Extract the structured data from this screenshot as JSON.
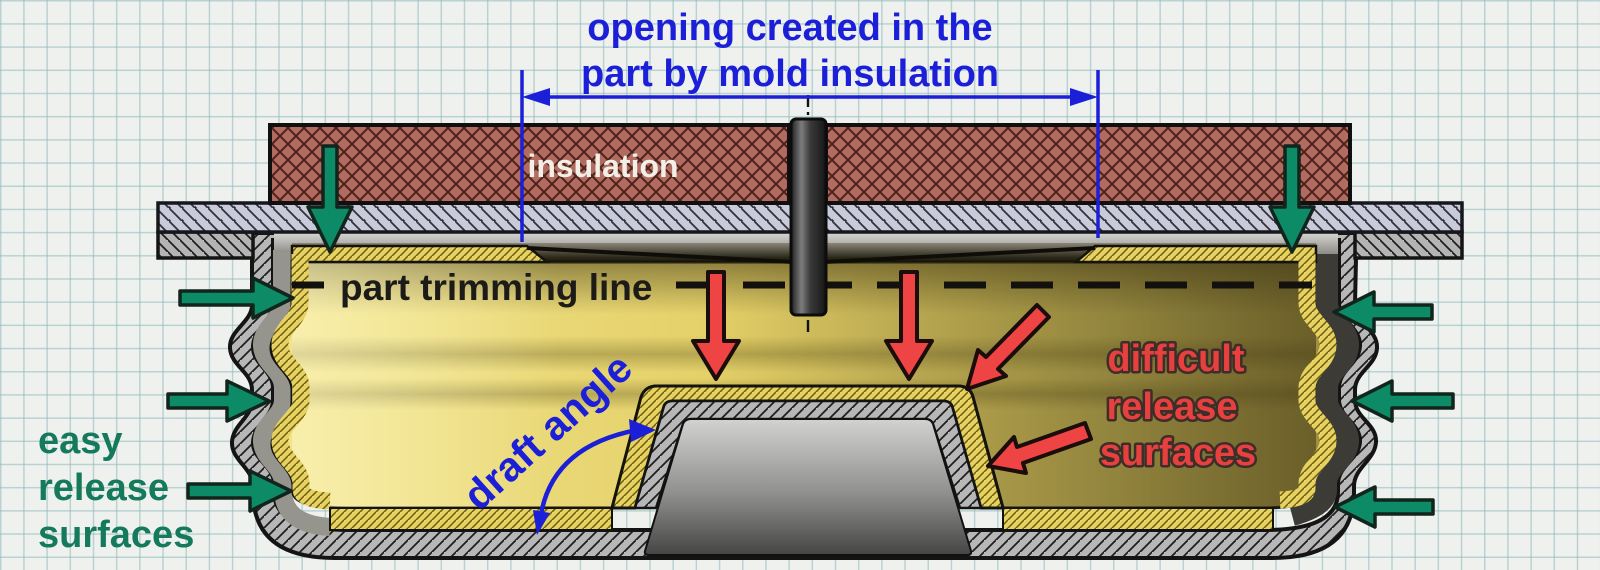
{
  "diagram": {
    "title": {
      "line1": "opening created in the",
      "line2": "part by mold insulation"
    },
    "labels": {
      "insulation": "insulation",
      "part_trimming_line": "part trimming line",
      "draft_angle": "draft angle",
      "easy_release": {
        "line1": "easy",
        "line2": "release",
        "line3": "surfaces"
      },
      "difficult_release": {
        "line1": "difficult",
        "line2": "release",
        "line3": "surfaces"
      }
    },
    "annotations": {
      "dimension_arrow": "opening-width-dimension",
      "green_arrows": "easy-release-direction-arrows",
      "red_arrows": "difficult-release-direction-arrows",
      "blue_arc": "draft-angle-arc",
      "dashed_line": "part-trimming-line-dashes",
      "center_pin": "mold-center-pin"
    },
    "colors": {
      "annotation_blue": "#1c1fd8",
      "easy_green_text": "#157a5c",
      "arrow_green": "#0d8a66",
      "difficult_red_text": "#e8403e",
      "arrow_red": "#ee4443",
      "trimming_text": "#1c1b18",
      "insulation_text": "#f2efe6",
      "part_yellow": "#e8d66e",
      "insulation_fill": "#b26b60",
      "mold_gray": "#b7b7b7",
      "plate_lavender": "#c9cada"
    }
  }
}
